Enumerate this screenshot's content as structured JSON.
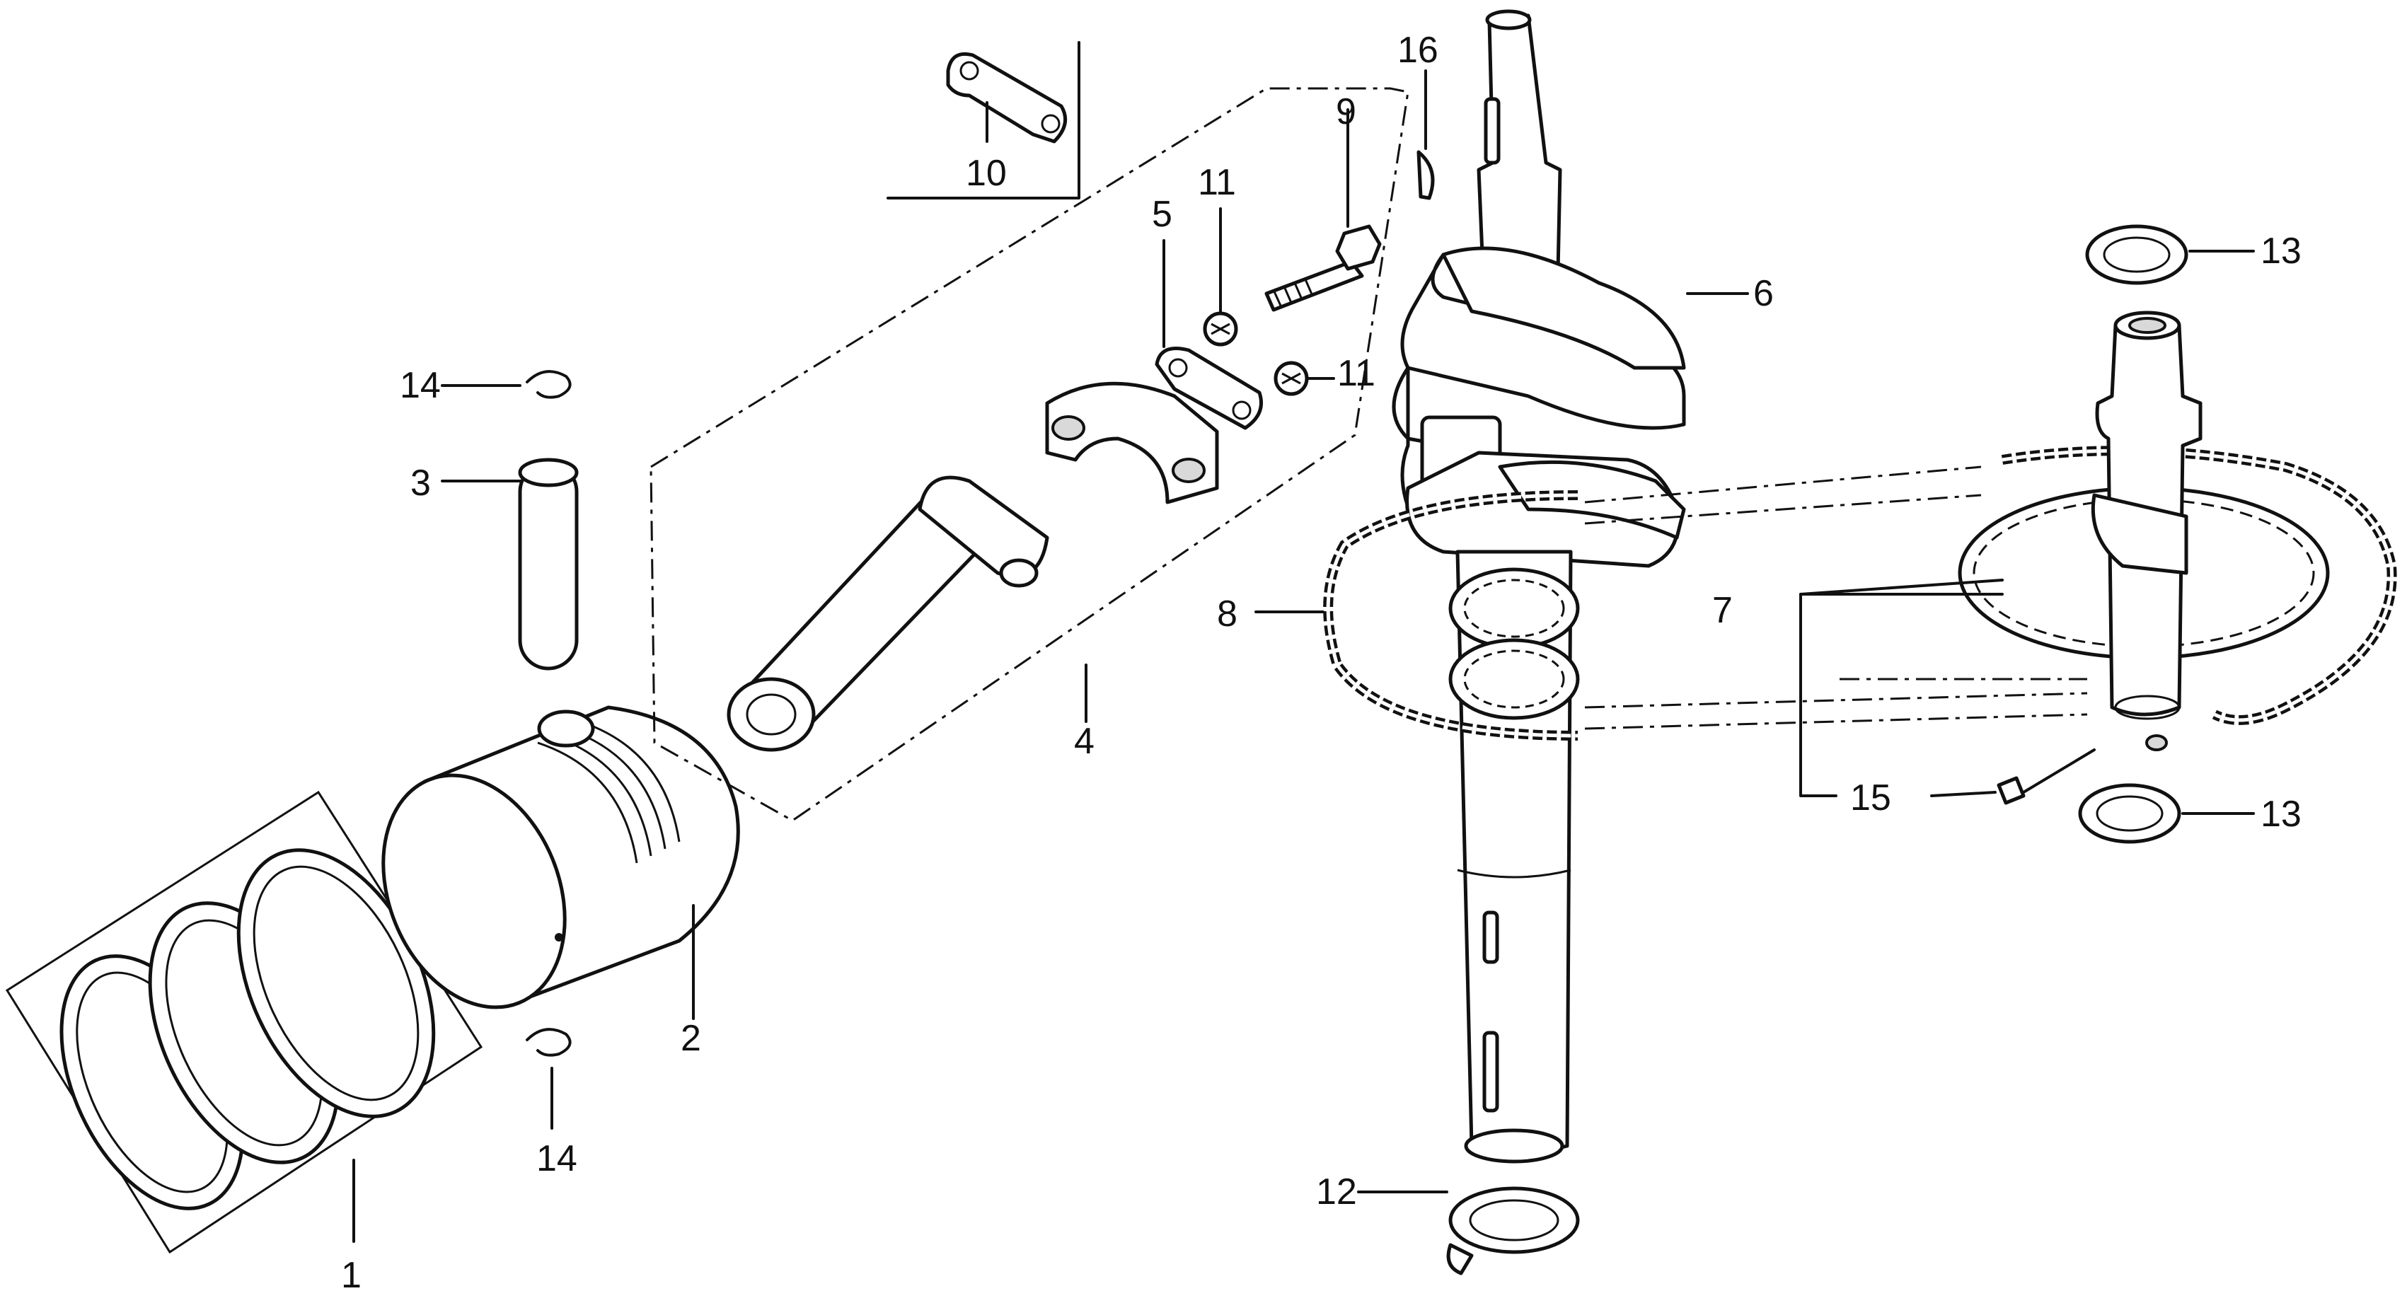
{
  "labels": {
    "l1": "1",
    "l2": "2",
    "l3": "3",
    "l4": "4",
    "l5": "5",
    "l6": "6",
    "l7": "7",
    "l8": "8",
    "l9": "9",
    "l10": "10",
    "l11a": "11",
    "l11b": "11",
    "l12": "12",
    "l13a": "13",
    "l13b": "13",
    "l14a": "14",
    "l14b": "14",
    "l15": "15",
    "l16": "16"
  }
}
